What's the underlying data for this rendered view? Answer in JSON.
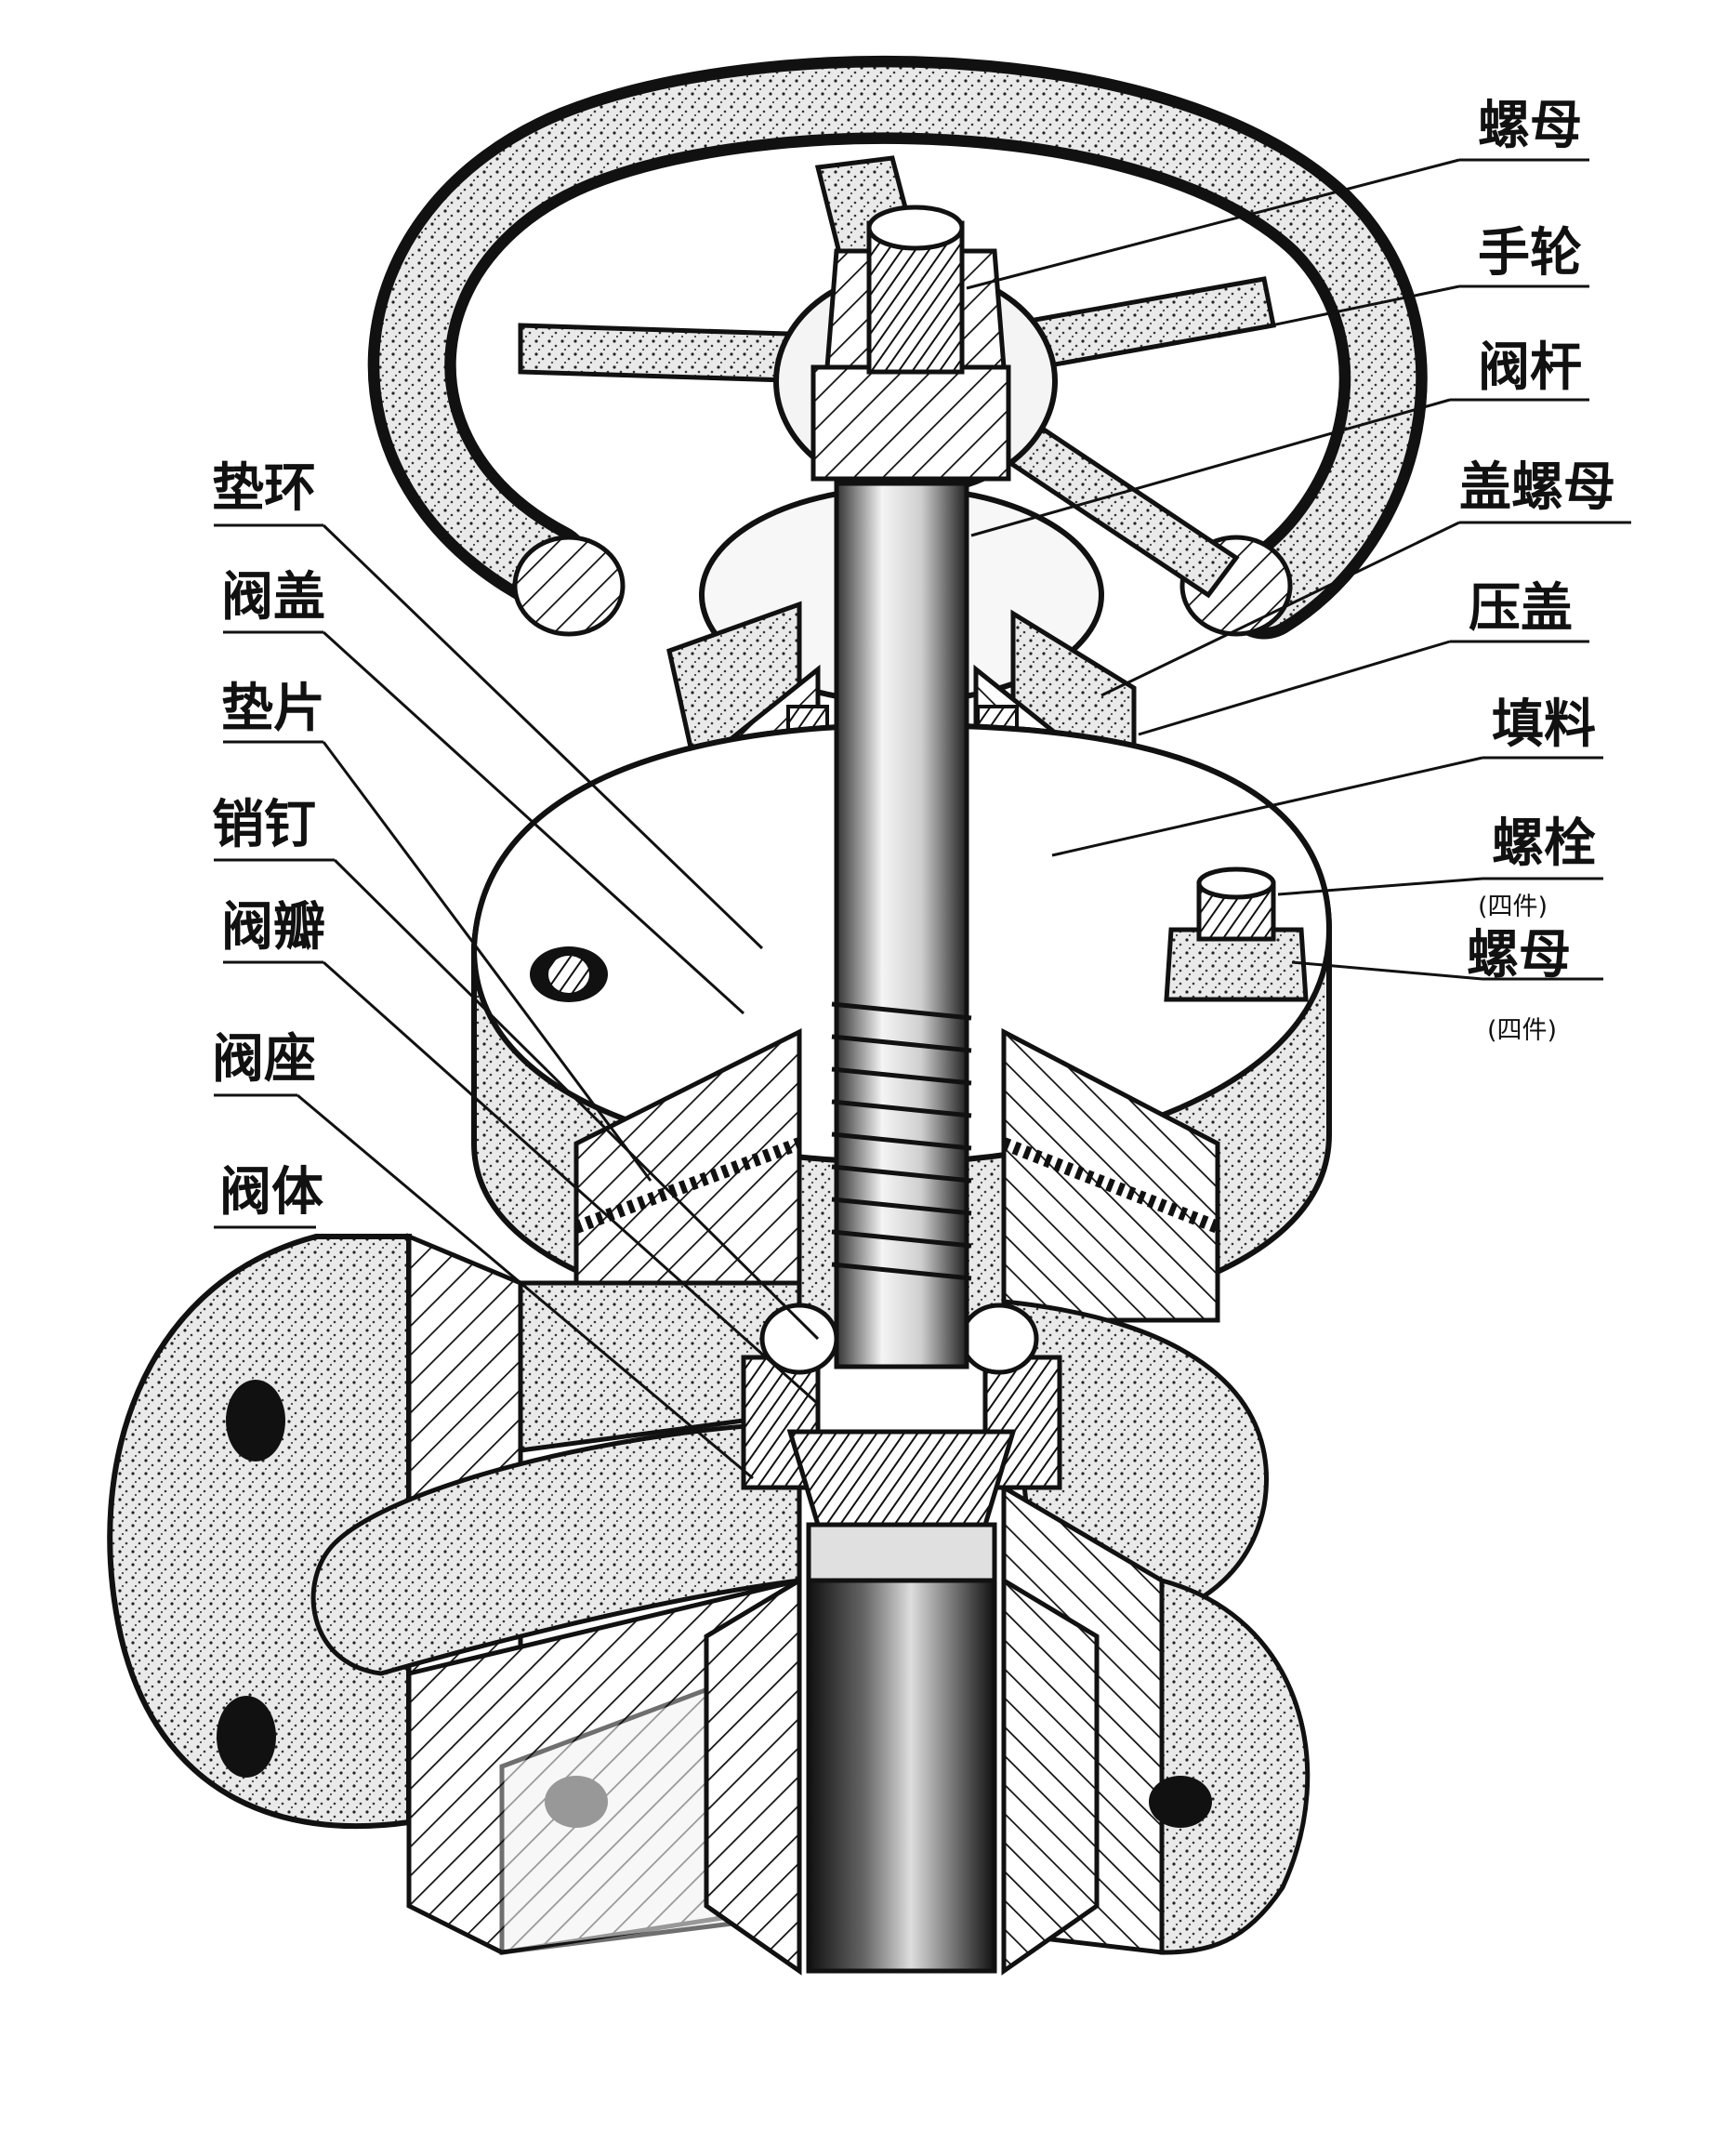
{
  "labels_right": {
    "nut": "螺母",
    "handwheel": "手轮",
    "stem": "阀杆",
    "bonnet_nut": "盖螺母",
    "gland": "压盖",
    "packing": "填料",
    "bolt": "螺栓",
    "bolt_qty": "(四件)",
    "flange_nut": "螺母",
    "flange_nut_qty": "(四件)"
  },
  "labels_left": {
    "gasket_ring": "垫环",
    "bonnet": "阀盖",
    "gasket": "垫片",
    "pin": "销钉",
    "disc": "阀瓣",
    "seat": "阀座",
    "body": "阀体"
  }
}
